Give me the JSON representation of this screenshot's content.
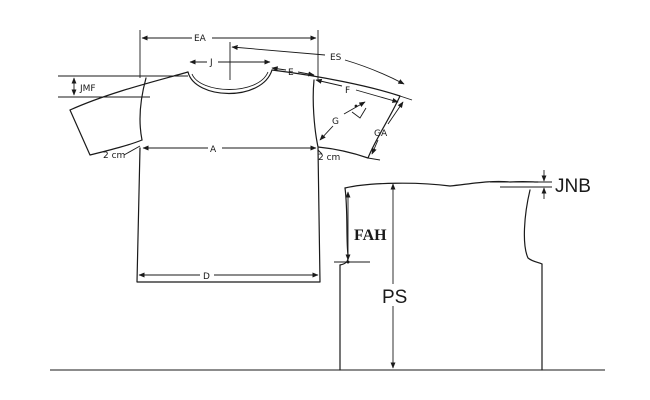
{
  "labels": {
    "ea": "EA",
    "j": "J",
    "es": "ES",
    "e": "E",
    "f": "F",
    "jmf": "JMF",
    "g": "G",
    "ga": "GA",
    "a": "A",
    "d": "D",
    "cm_left": "2 cm",
    "cm_right": "2 cm",
    "jnb": "JNB",
    "fah": "FAH",
    "ps": "PS"
  }
}
